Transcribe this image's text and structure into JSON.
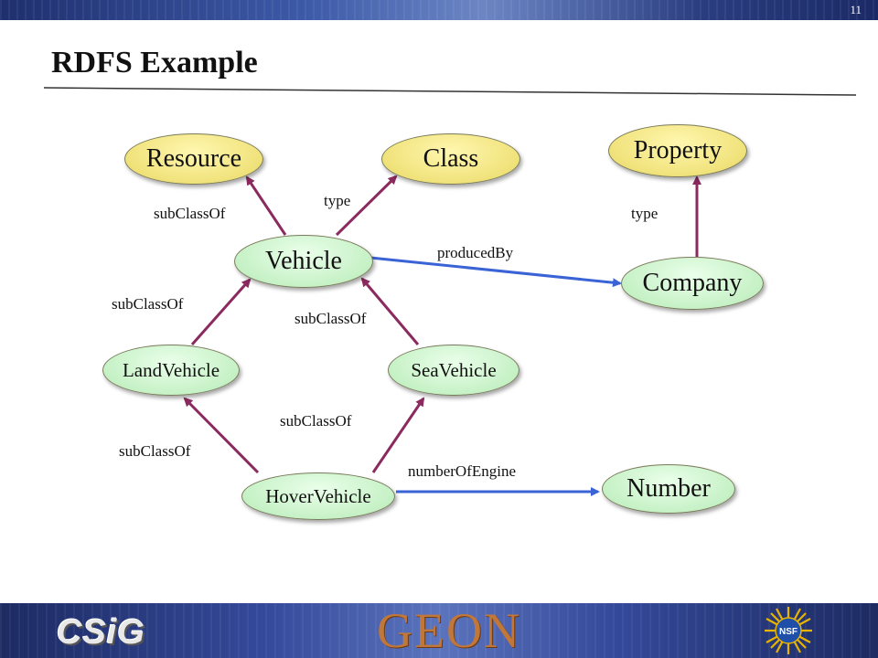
{
  "slide": {
    "page_number": "11",
    "title": "RDFS Example"
  },
  "nodes": {
    "resource": "Resource",
    "class": "Class",
    "property": "Property",
    "vehicle": "Vehicle",
    "company": "Company",
    "land_vehicle": "LandVehicle",
    "sea_vehicle": "SeaVehicle",
    "hover_vehicle": "HoverVehicle",
    "number": "Number"
  },
  "edges": {
    "vehicle_resource": "subClassOf",
    "vehicle_class": "type",
    "company_property": "type",
    "vehicle_company": "producedBy",
    "land_vehicle": "subClassOf",
    "sea_vehicle": "subClassOf",
    "hover_land": "subClassOf",
    "hover_sea": "subClassOf",
    "hover_number": "numberOfEngine"
  },
  "colors": {
    "subclass_edge": "#8b2a5e",
    "property_edge": "#3a63d6"
  },
  "footer": {
    "logo_left": "CSiG",
    "logo_center": "GEON",
    "logo_right": "NSF"
  }
}
